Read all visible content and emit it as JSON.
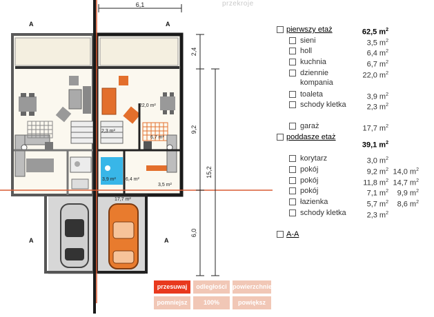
{
  "top_tab": "przekroje",
  "plan": {
    "dim_top": "6,1",
    "dim_right_a": "2,4",
    "dim_right_b": "9,2",
    "dim_right_total": "15,2",
    "dim_right_c": "6,0",
    "section_mark": "A",
    "room_labels": [
      "22,0 m²",
      "2,3 m²",
      "6,7 m²",
      "3,9 m²",
      "6,4 m²",
      "3,5 m²",
      "17,7 m²"
    ]
  },
  "rooms": {
    "ground": {
      "title": "pierwszy etaż",
      "area": "62,5 m",
      "items": [
        {
          "label": "sieni",
          "area": "3,5 m"
        },
        {
          "label": "holl",
          "area": "6,4 m"
        },
        {
          "label": "kuchnia",
          "area": "6,7 m"
        },
        {
          "label": "dziennie kompania",
          "area": "22,0 m"
        },
        {
          "label": "toaleta",
          "area": "3,9 m"
        },
        {
          "label": "schody kletka",
          "area": "2,3 m"
        },
        {
          "label": "garaż",
          "area": "17,7 m"
        }
      ]
    },
    "attic": {
      "title": "poddasze etaż",
      "area": "39,1 m",
      "items": [
        {
          "label": "korytarz",
          "area": "3,0 m",
          "area2": ""
        },
        {
          "label": "pokój",
          "area": "9,2 m",
          "area2": "14,0 m"
        },
        {
          "label": "pokój",
          "area": "11,8 m",
          "area2": "14,7 m"
        },
        {
          "label": "pokój",
          "area": "7,1 m",
          "area2": "9,9 m"
        },
        {
          "label": "łazienka",
          "area": "5,7 m",
          "area2": "8,6 m"
        },
        {
          "label": "schody kletka",
          "area": "2,3 m",
          "area2": ""
        }
      ]
    },
    "section": {
      "title": "A-A"
    }
  },
  "buttons": {
    "move": "przesuwaj",
    "distances": "odległości",
    "surfaces": "powierzchnie",
    "smaller": "pomniejsz",
    "zoom": "100%",
    "bigger": "powiększ"
  },
  "colors": {
    "accent": "#e8391e",
    "accent_light": "#f1c7b6",
    "axis": "#d95a32"
  }
}
